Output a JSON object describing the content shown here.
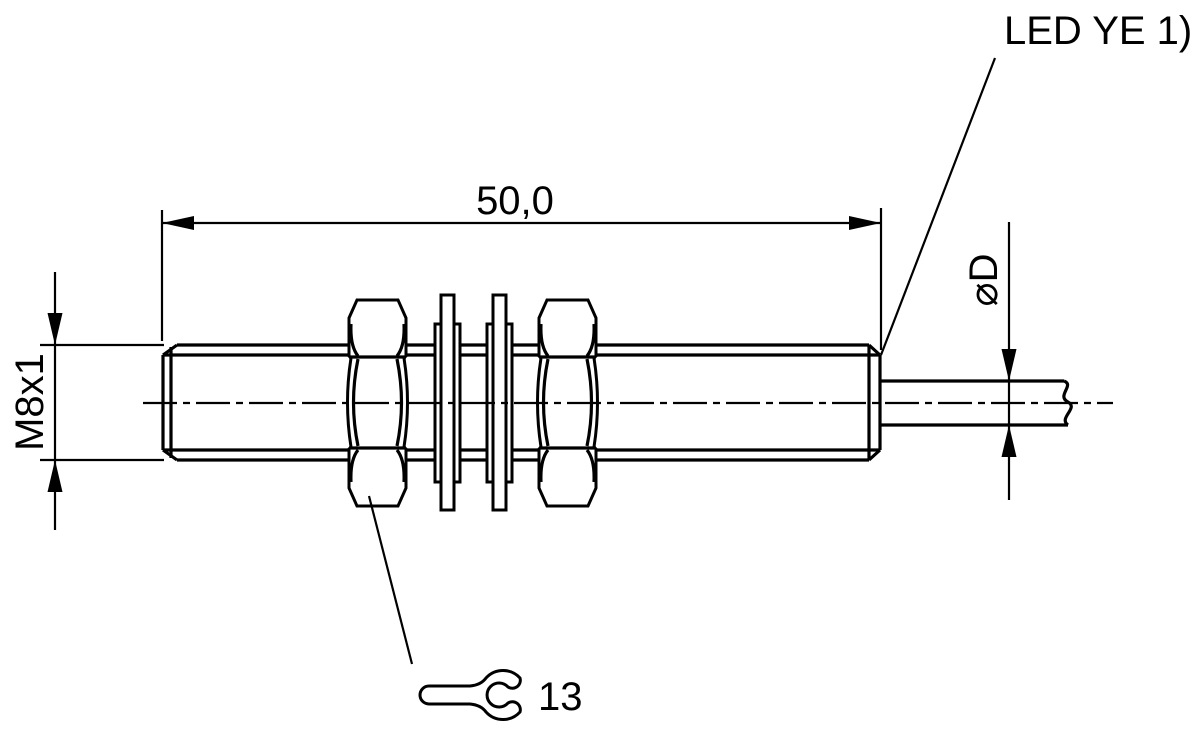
{
  "dimensions": {
    "length": {
      "value": "50,0"
    },
    "thread": {
      "value": "M8x1"
    },
    "cable_diameter": {
      "value": "⌀D"
    }
  },
  "annotations": {
    "led": {
      "text": "LED YE 1)"
    },
    "wrench_size": {
      "text": "13"
    }
  },
  "colors": {
    "line": "#000000",
    "background": "#ffffff"
  }
}
